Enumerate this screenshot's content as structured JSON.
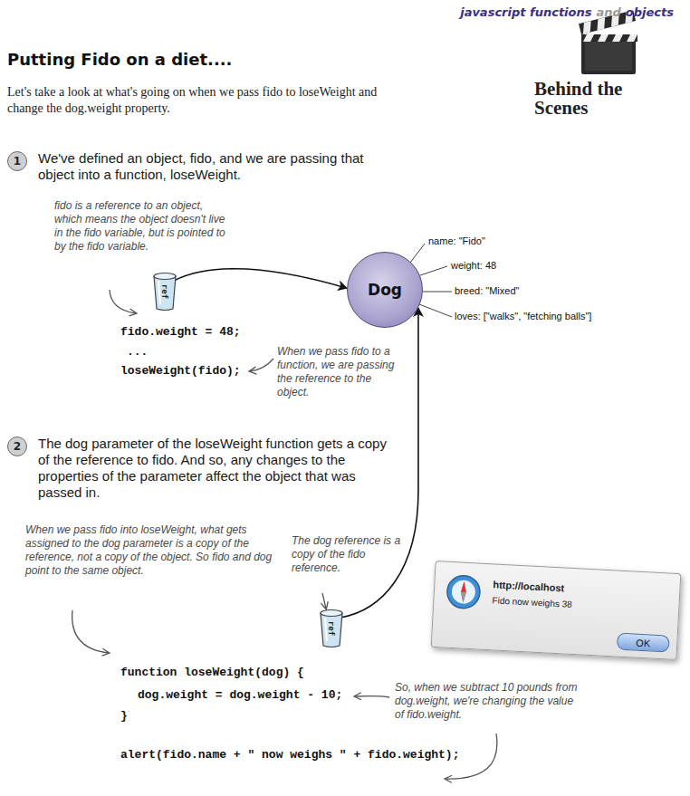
{
  "diagram": {
    "title": "Putting Fido on a diet....",
    "nodes": [
      {
        "text": [
          "1"
        ]
      },
      {
        "text": [
          "ref"
        ]
      },
      {
        "text": [
          "Dog"
        ]
      },
      {
        "text": [
          "2"
        ]
      },
      {
        "text": [
          "ref"
        ]
      },
      {
        "text": [
          "http://localhost",
          "Fido now weighs 38"
        ]
      },
      {
        "text": [
          "OK"
        ],
        "in": 5
      }
    ],
    "edges": [
      {
        "from": 1,
        "to": 2,
        "arrow": "to"
      },
      {
        "from": 4,
        "to": 2,
        "arrow": "to"
      }
    ],
    "labels": [
      "javascript functions",
      "and",
      "objects",
      "Behind the Scenes",
      "Let's take a look at what's going on when we pass fido to loseWeight and change the dog.weight property.",
      "We've defined an object, fido, and we are passing that object into a function, loseWeight.",
      "fido is a reference to an object, which means the object doesn't live in the fido variable, but is pointed to by the fido variable.",
      "fido.weight = 48;",
      "...",
      "loseWeight(fido);",
      "name: \"Fido\"",
      "weight: 48",
      "breed: \"Mixed\"",
      "loves: [\"walks\", \"fetching balls\"]",
      "When we pass fido to a function, we are passing the reference to the object.",
      "The dog parameter of the loseWeight function gets a copy of the reference to fido. And so, any changes to the properties of the parameter affect the object that was passed in.",
      "When we pass fido into loseWeight, what gets assigned to the dog parameter is a copy of the reference, not a copy of the object. So fido and dog point to the same object.",
      "The dog reference is a copy of the fido reference.",
      "function loseWeight(dog) {",
      "dog.weight = dog.weight - 10;",
      "}",
      "alert(fido.name + \" now weighs \" + fido.weight);",
      "So, when we subtract 10 pounds from dog.weight, we're changing the value of fido.weight."
    ]
  }
}
